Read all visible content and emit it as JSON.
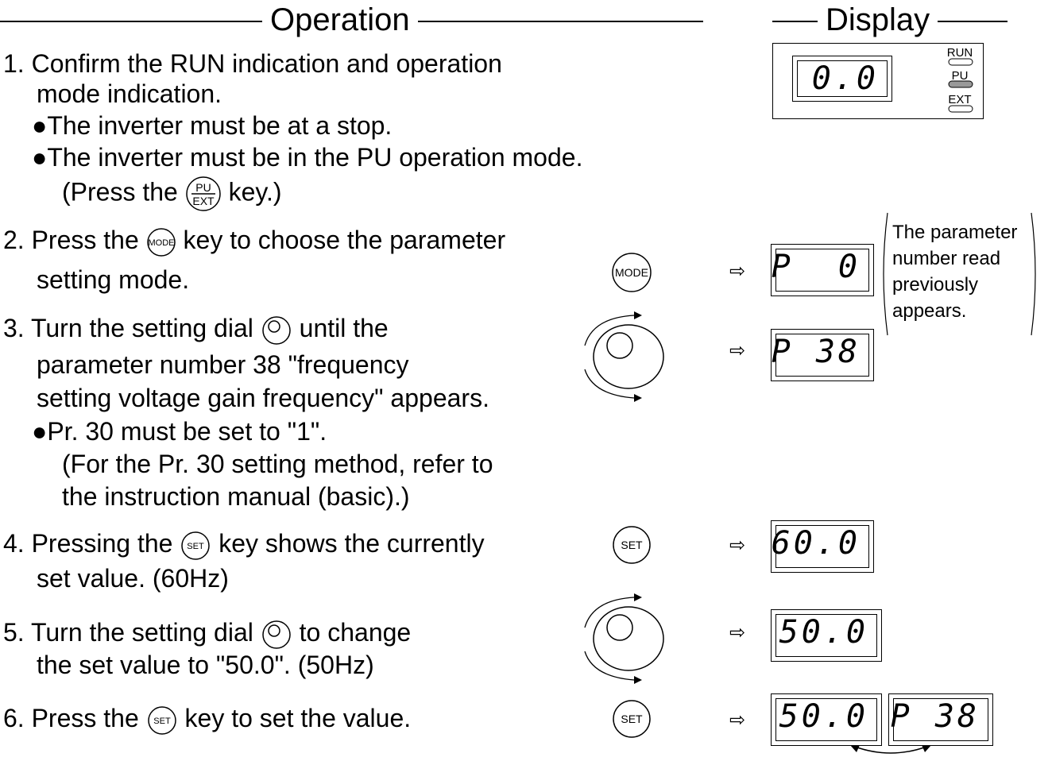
{
  "header": {
    "operation": "Operation",
    "display": "Display"
  },
  "top_panel": {
    "value": "0.0",
    "leds": [
      "RUN",
      "PU",
      "EXT"
    ]
  },
  "step1": {
    "line1": "1. Confirm the RUN indication and operation",
    "line2": "mode indication.",
    "bullet1": "The inverter must be at a stop.",
    "bullet2": "The inverter must be in the PU operation mode.",
    "press_pre": "(Press the",
    "press_post": "key.)",
    "key_top": "PU",
    "key_bottom": "EXT"
  },
  "step2": {
    "line1_pre": "2. Press the",
    "line1_post": "key to choose the parameter",
    "line2": "setting mode.",
    "key": "MODE",
    "display": "P  0",
    "note": [
      "The parameter",
      "number read",
      "previously",
      "appears."
    ]
  },
  "step3": {
    "line1_pre": "3. Turn the setting dial",
    "line1_post": "until the",
    "line2": "parameter number 38 \"frequency",
    "line3": "setting voltage gain frequency\" appears.",
    "bullet": "Pr. 30 must be set to \"1\".",
    "note1": "(For the Pr. 30 setting method, refer to",
    "note2": "the instruction manual (basic).)",
    "display": "P 38"
  },
  "step4": {
    "line1_pre": "4. Pressing the",
    "line1_post": "key shows the currently",
    "line2": "set value. (60Hz)",
    "key": "SET",
    "display": "60.0"
  },
  "step5": {
    "line1_pre": "5. Turn the setting dial",
    "line1_post": "to change",
    "line2": "the set value to \"50.0\". (50Hz)",
    "display": "50.0"
  },
  "step6": {
    "line1_pre": "6. Press the",
    "line1_post": "key to set the value.",
    "key": "SET",
    "display1": "50.0",
    "display2": "P 38"
  },
  "arrow_glyph": "⇨"
}
